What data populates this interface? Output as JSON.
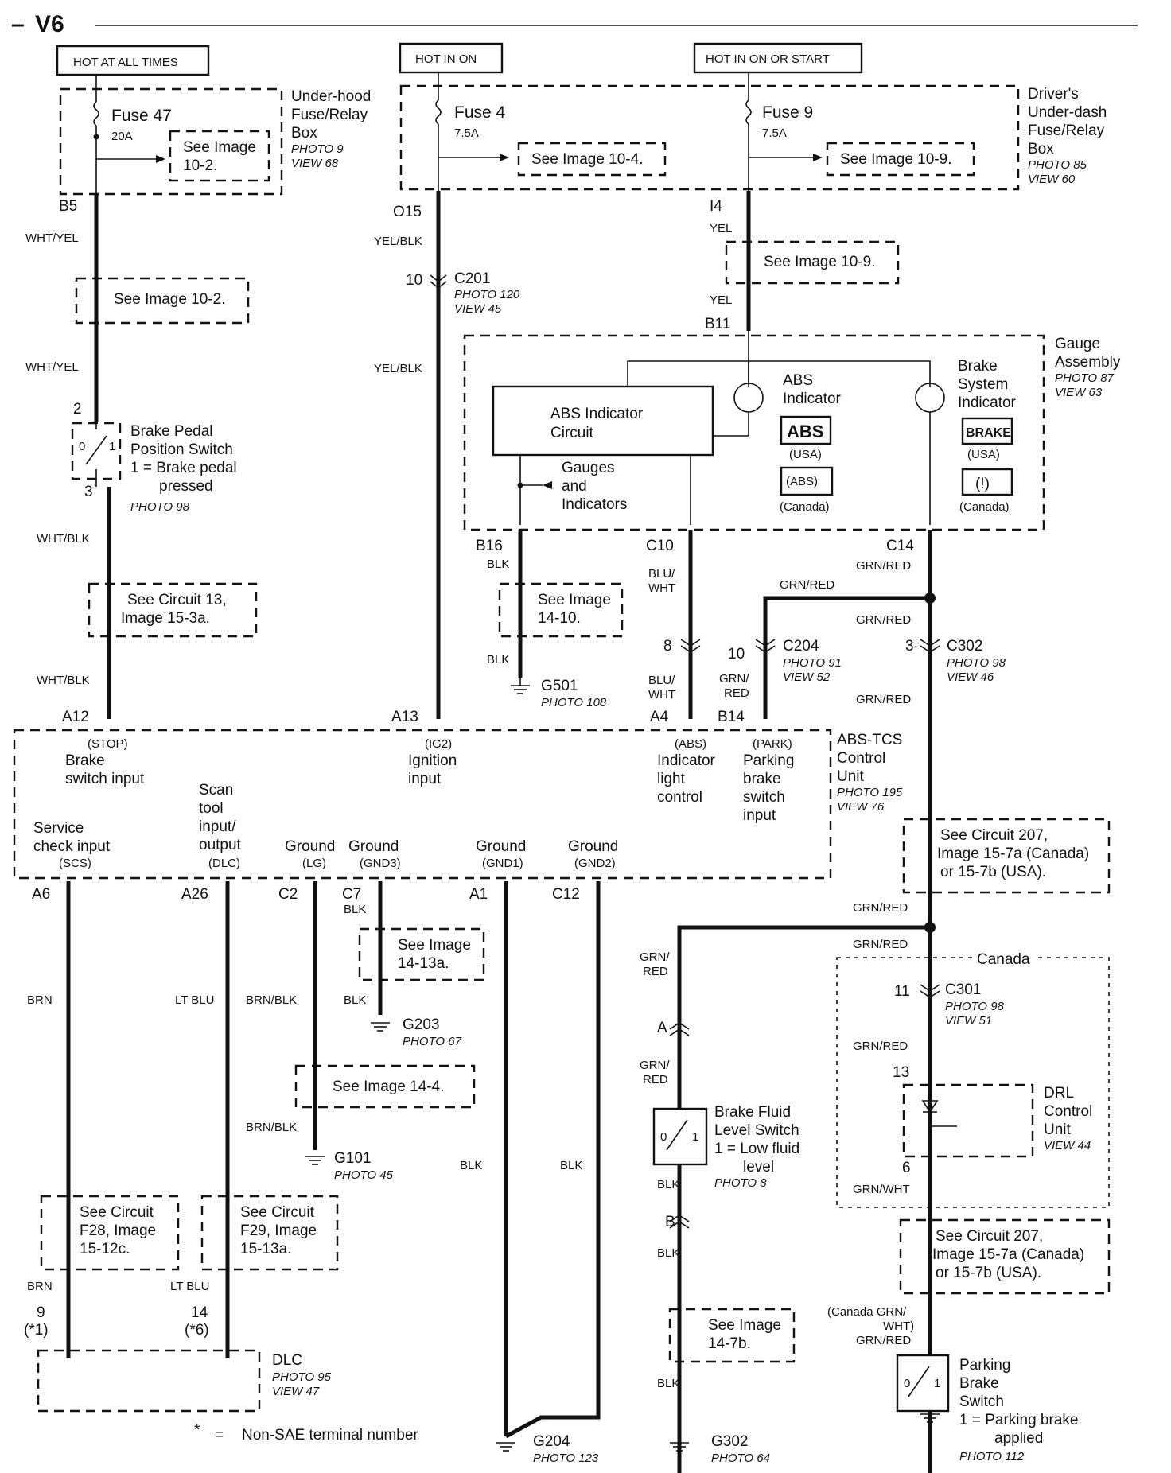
{
  "header": {
    "title": "V6"
  },
  "sources": [
    {
      "id": "hot-at-all-times",
      "label": "HOT AT ALL TIMES"
    },
    {
      "id": "hot-in-on",
      "label": "HOT IN ON"
    },
    {
      "id": "hot-in-on-or-start",
      "label": "HOT IN ON OR START"
    }
  ],
  "boxes": {
    "underhood": {
      "lines": [
        "Under-hood",
        "Fuse/Relay",
        "Box"
      ],
      "photo": "PHOTO 9",
      "view": "VIEW 68"
    },
    "underdash": {
      "lines": [
        "Driver's",
        "Under-dash",
        "Fuse/Relay",
        "Box"
      ],
      "photo": "PHOTO 85",
      "view": "VIEW 60"
    },
    "gauge": {
      "lines": [
        "Gauge",
        "Assembly"
      ],
      "photo": "PHOTO 87",
      "view": "VIEW 63"
    },
    "abs_tcs": {
      "lines": [
        "ABS-TCS",
        "Control",
        "Unit"
      ],
      "photo": "PHOTO 195",
      "view": "VIEW 76"
    },
    "dlc": {
      "label": "DLC",
      "photo": "PHOTO 95",
      "view": "VIEW 47"
    },
    "drl": {
      "lines": [
        "DRL",
        "Control",
        "Unit"
      ],
      "view": "VIEW 44"
    }
  },
  "fuses": {
    "f47": {
      "name": "Fuse 47",
      "amp": "20A",
      "see": [
        "See Image",
        "10-2."
      ]
    },
    "f4": {
      "name": "Fuse 4",
      "amp": "7.5A",
      "see": "See Image 10-4."
    },
    "f9": {
      "name": "Fuse 9",
      "amp": "7.5A",
      "see": "See Image 10-9."
    }
  },
  "terminals": {
    "B5": "B5",
    "O15": "O15",
    "I4": "I4",
    "B11": "B11",
    "t2": "2",
    "t3": "3",
    "t10": "10",
    "B16": "B16",
    "C10": "C10",
    "C14": "C14",
    "t8": "8",
    "t10b": "10",
    "t3b": "3",
    "A12": "A12",
    "A13": "A13",
    "A4": "A4",
    "B14": "B14",
    "A6": "A6",
    "A26": "A26",
    "C2": "C2",
    "C7": "C7",
    "A1": "A1",
    "C12": "C12",
    "t11": "11",
    "t13": "13",
    "t6": "6",
    "tA": "A",
    "tB": "B",
    "t9": "9",
    "t9n": "(*1)",
    "t14": "14",
    "t14n": "(*6)"
  },
  "connectors": {
    "C201": {
      "name": "C201",
      "photo": "PHOTO 120",
      "view": "VIEW 45"
    },
    "C204": {
      "name": "C204",
      "photo": "PHOTO 91",
      "view": "VIEW 52"
    },
    "C302": {
      "name": "C302",
      "photo": "PHOTO 98",
      "view": "VIEW 46"
    },
    "C301": {
      "name": "C301",
      "photo": "PHOTO 98",
      "view": "VIEW 51"
    }
  },
  "grounds": {
    "G501": {
      "name": "G501",
      "photo": "PHOTO 108"
    },
    "G203": {
      "name": "G203",
      "photo": "PHOTO 67"
    },
    "G101": {
      "name": "G101",
      "photo": "PHOTO 45"
    },
    "G204": {
      "name": "G204",
      "photo": "PHOTO 123"
    },
    "G302": {
      "name": "G302",
      "photo": "PHOTO 64"
    }
  },
  "wires": {
    "wht_yel": "WHT/YEL",
    "wht_blk": "WHT/BLK",
    "yel_blk": "YEL/BLK",
    "yel": "YEL",
    "blk": "BLK",
    "blu_wht": [
      "BLU/",
      "WHT"
    ],
    "grn_red": "GRN/RED",
    "grn_red2": [
      "GRN/",
      "RED"
    ],
    "brn": "BRN",
    "lt_blu": "LT BLU",
    "brn_blk": "BRN/BLK",
    "grn_wht": "GRN/WHT",
    "canada_grn_wht": [
      "(Canada GRN/",
      "WHT)"
    ]
  },
  "references": {
    "r10_2": "See Image 10-2.",
    "r10_9": "See Image 10-9.",
    "r15_3a": [
      "See Circuit 13,",
      "Image 15-3a."
    ],
    "r14_10": [
      "See Image",
      "14-10."
    ],
    "r207a": [
      "See Circuit 207,",
      "Image 15-7a (Canada)",
      "or 15-7b (USA)."
    ],
    "r14_13a": [
      "See Image",
      "14-13a."
    ],
    "r14_4": "See Image 14-4.",
    "rF28": [
      "See Circuit",
      "F28, Image",
      "15-12c."
    ],
    "rF29": [
      "See Circuit",
      "F29, Image",
      "15-13a."
    ],
    "r14_7b": [
      "See Image",
      "14-7b."
    ]
  },
  "components": {
    "brake_pedal": {
      "lines": [
        "Brake Pedal",
        "Position Switch",
        "1 = Brake pedal",
        "pressed"
      ],
      "photo": "PHOTO 98",
      "pos0": "0",
      "pos1": "1"
    },
    "abs_circuit": {
      "lines": [
        "ABS Indicator",
        "Circuit"
      ]
    },
    "gauges": {
      "lines": [
        "Gauges",
        "and",
        "Indicators"
      ]
    },
    "abs_ind": {
      "lines": [
        "ABS",
        "Indicator"
      ],
      "usa_badge": "ABS",
      "usa": "(USA)",
      "can_badge": "(ABS)",
      "canada": "(Canada)"
    },
    "brake_ind": {
      "lines": [
        "Brake",
        "System",
        "Indicator"
      ],
      "usa_badge": "BRAKE",
      "usa": "(USA)",
      "can_badge": "(!)",
      "canada": "(Canada)"
    },
    "brake_fluid": {
      "lines": [
        "Brake Fluid",
        "Level Switch",
        "1 = Low fluid",
        "level"
      ],
      "photo": "PHOTO 8"
    },
    "parking_brake": {
      "lines": [
        "Parking",
        "Brake",
        "Switch",
        "1 = Parking brake",
        "applied"
      ],
      "photo": "PHOTO 112"
    }
  },
  "unit_pins": {
    "stop": {
      "code": "(STOP)",
      "lines": [
        "Brake",
        "switch input"
      ]
    },
    "ig2": {
      "code": "(IG2)",
      "lines": [
        "Ignition",
        "input"
      ]
    },
    "abs": {
      "code": "(ABS)",
      "lines": [
        "Indicator",
        "light",
        "control"
      ]
    },
    "park": {
      "code": "(PARK)",
      "lines": [
        "Parking",
        "brake",
        "switch",
        "input"
      ]
    },
    "scs": {
      "code": "(SCS)",
      "lines": [
        "Service",
        "check input"
      ]
    },
    "dlc": {
      "code": "(DLC)",
      "lines": [
        "Scan",
        "tool",
        "input/",
        "output"
      ]
    },
    "lg": {
      "code": "(LG)",
      "lines": [
        "Ground"
      ]
    },
    "gnd3": {
      "code": "(GND3)",
      "lines": [
        "Ground"
      ]
    },
    "gnd1": {
      "code": "(GND1)",
      "lines": [
        "Ground"
      ]
    },
    "gnd2": {
      "code": "(GND2)",
      "lines": [
        "Ground"
      ]
    }
  },
  "canada_label": "Canada",
  "footnote": {
    "star": "*",
    "eq": "=",
    "text": "Non-SAE terminal number"
  }
}
